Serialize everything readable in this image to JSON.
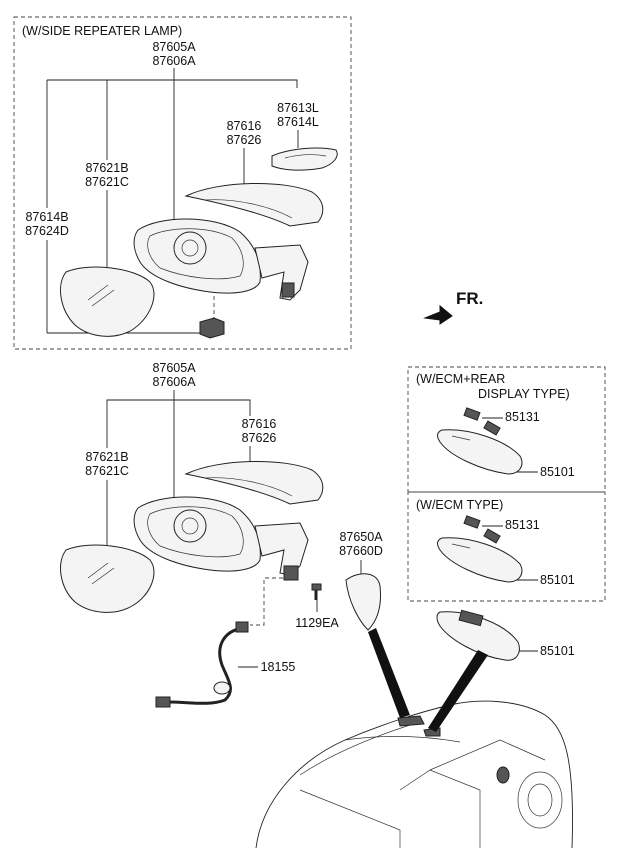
{
  "top_box": {
    "header": "(W/SIDE REPEATER LAMP)",
    "assy_a": "87605A",
    "assy_b": "87606A",
    "cover_a": "87616",
    "cover_b": "87626",
    "lamp_a": "87613L",
    "lamp_b": "87614L",
    "housing_a": "87621B",
    "housing_b": "87621C",
    "glass_a": "87614B",
    "glass_b": "87624D"
  },
  "middle": {
    "assy_a": "87605A",
    "assy_b": "87606A",
    "cover_a": "87616",
    "cover_b": "87626",
    "housing_a": "87621B",
    "housing_b": "87621C",
    "cap_a": "87650A",
    "cap_b": "87660D",
    "screw": "1129EA",
    "harness": "18155"
  },
  "direction": "FR.",
  "ecm_rear_box": {
    "header_line1": "(W/ECM+REAR",
    "header_line2": "DISPLAY TYPE)",
    "clip": "85131",
    "mirror": "85101"
  },
  "ecm_box": {
    "header": "(W/ECM TYPE)",
    "clip": "85131",
    "mirror": "85101"
  },
  "standalone_mirror": "85101"
}
